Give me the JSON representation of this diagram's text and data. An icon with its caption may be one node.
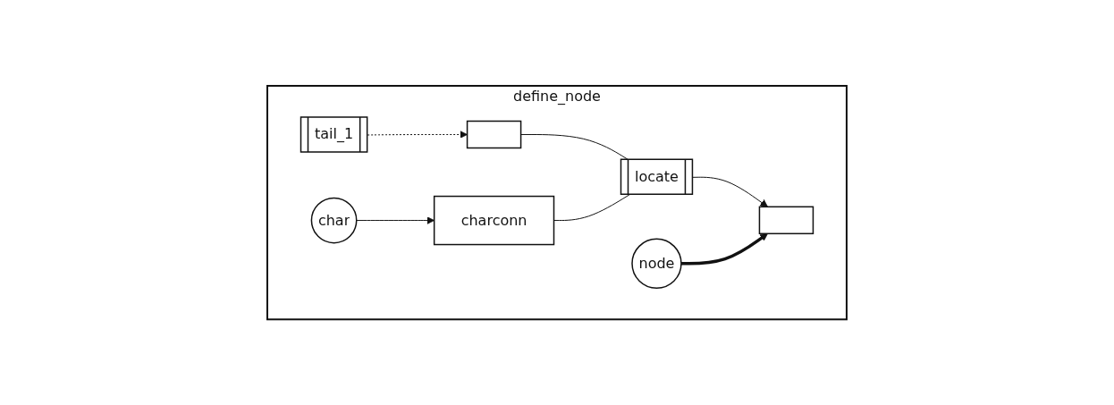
{
  "diagram": {
    "nodes": [
      {
        "text": [
          "define_node"
        ]
      },
      {
        "text": [
          "tail_1"
        ],
        "in": 0
      },
      {
        "text": [],
        "shape": "box",
        "in": 0
      },
      {
        "text": [
          "char"
        ],
        "in": 0
      },
      {
        "text": [
          "charconn"
        ],
        "in": 0
      },
      {
        "text": [
          "locate"
        ],
        "in": 0
      },
      {
        "text": [
          "node"
        ],
        "in": 0
      },
      {
        "text": [],
        "shape": "box",
        "in": 0
      }
    ],
    "edges": [
      {
        "from": 1,
        "to": 2,
        "arrow": "to",
        "style": "dashed"
      },
      {
        "from": 3,
        "to": 4,
        "arrow": "to"
      },
      {
        "from": 2,
        "to": 5,
        "arrow": "none"
      },
      {
        "from": 4,
        "to": 5,
        "arrow": "none"
      },
      {
        "from": 5,
        "to": 7,
        "arrow": "to"
      },
      {
        "from": 6,
        "to": 7,
        "arrow": "to",
        "style": "thick"
      }
    ]
  }
}
